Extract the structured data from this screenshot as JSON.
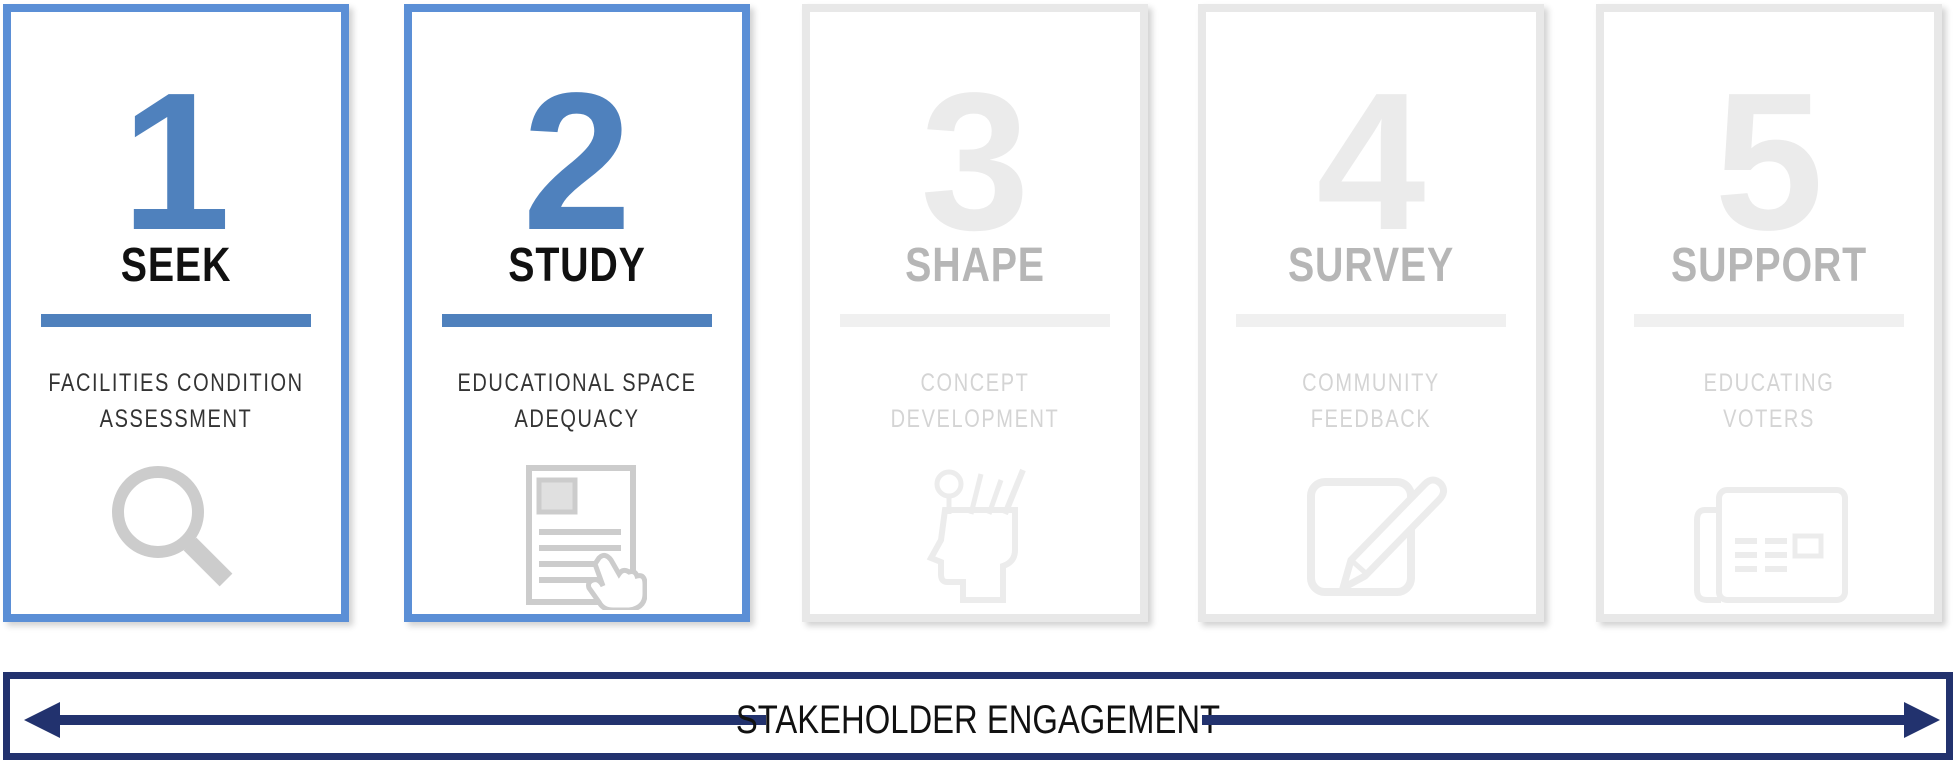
{
  "steps": [
    {
      "number": "1",
      "title": "SEEK",
      "subtitle": [
        "FACILITIES CONDITION",
        "ASSESSMENT"
      ],
      "icon": "magnifier-icon",
      "active": true
    },
    {
      "number": "2",
      "title": "STUDY",
      "subtitle": [
        "EDUCATIONAL SPACE",
        "ADEQUACY"
      ],
      "icon": "document-hand-icon",
      "active": true
    },
    {
      "number": "3",
      "title": "SHAPE",
      "subtitle": [
        "CONCEPT",
        "DEVELOPMENT"
      ],
      "icon": "head-tools-icon",
      "active": false
    },
    {
      "number": "4",
      "title": "SURVEY",
      "subtitle": [
        "COMMUNITY",
        "FEEDBACK"
      ],
      "icon": "pencil-pad-icon",
      "active": false
    },
    {
      "number": "5",
      "title": "SUPPORT",
      "subtitle": [
        "EDUCATING",
        "VOTERS"
      ],
      "icon": "newspaper-icon",
      "active": false
    }
  ],
  "engagement": {
    "label": "STAKEHOLDER ENGAGEMENT"
  },
  "colors": {
    "active_accent": "#4f81bd",
    "active_border": "#5b8fd6",
    "inactive": "#e8e8e8",
    "engagement": "#22326e"
  }
}
